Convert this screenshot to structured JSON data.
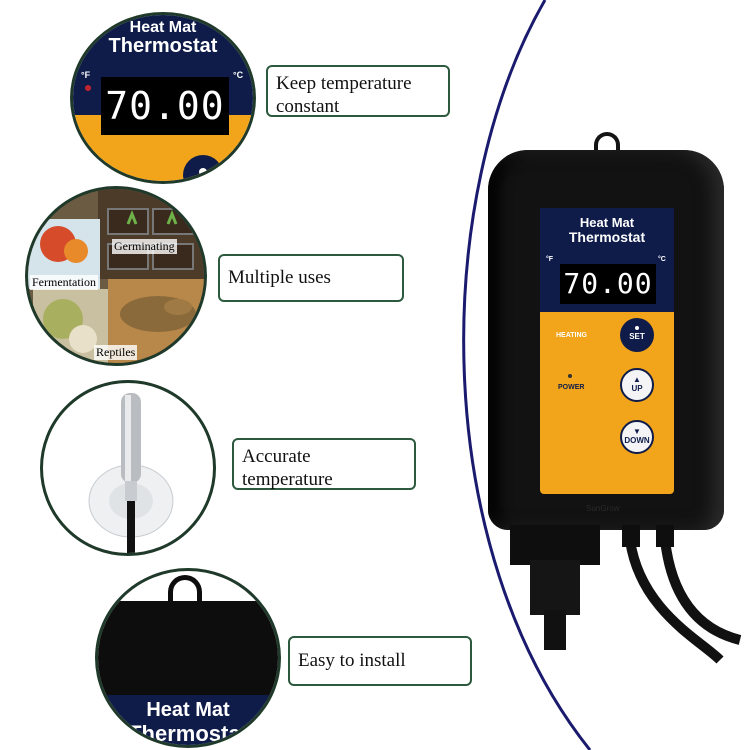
{
  "features": [
    {
      "label": "Keep temperature constant",
      "line1": "Keep temperature",
      "line2": "constant"
    },
    {
      "label": "Multiple uses"
    },
    {
      "label": "Accurate temperature",
      "line1": "Accurate",
      "line2": "temperature"
    },
    {
      "label": "Easy to install"
    }
  ],
  "thermostat": {
    "title_line1": "Heat Mat",
    "title_line2": "Thermostat",
    "display": "70.00",
    "unit_f": "°F",
    "unit_c": "°C",
    "heating_label": "HEATING",
    "power_label": "POWER",
    "set_button": "SET",
    "up_button": "UP",
    "down_button": "DOWN",
    "brand": "SunGrow"
  },
  "uses": {
    "germinating": "Germinating",
    "fermentation": "Fermentation",
    "reptiles": "Reptiles"
  },
  "colors": {
    "navy": "#0f1c4a",
    "orange": "#f2a51a",
    "border_green": "#2d5a3e",
    "arc": "#1a1a6e"
  },
  "icons": [
    "up-arrow-icon",
    "down-arrow-icon"
  ]
}
